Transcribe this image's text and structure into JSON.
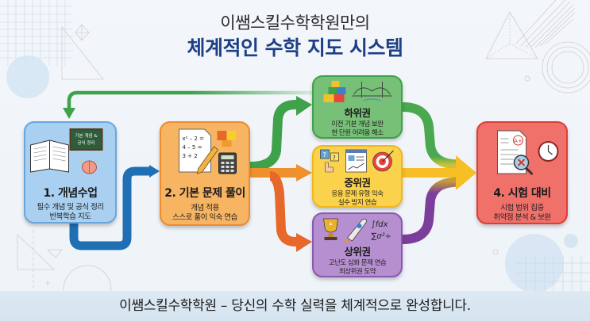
{
  "header": {
    "subtitle": "이쌤스킬수학학원만의",
    "title": "체계적인 수학 지도 시스템"
  },
  "steps": {
    "concept": {
      "title": "1. 개념수업",
      "lines": [
        "필수 개념 및 공식 정리",
        "반복학습 지도"
      ],
      "board_text": [
        "기본 개념 &",
        "공식 정리"
      ],
      "color": "#a9d0f0"
    },
    "basic": {
      "title": "2. 기본 문제 풀이",
      "lines": [
        "개념 적용",
        "스스로 풀이 익숙 연습"
      ],
      "worksheet_text": [
        "x² – 2 =",
        "4 – 5 =",
        "3 + 2"
      ],
      "color": "#f7b463"
    },
    "lower": {
      "title": "하위권",
      "lines": [
        "이전 기본 개념 보완",
        "현 단원 어려움 해소"
      ],
      "color": "#77c077"
    },
    "middle": {
      "title": "중위권",
      "lines": [
        "응용 문제 유형 익숙",
        "실수 방지 연습"
      ],
      "color": "#fbd24c"
    },
    "upper": {
      "title": "상위권",
      "lines": [
        "고난도 심화 문제 연습",
        "최상위권 도약"
      ],
      "math_text": [
        "∫fdx",
        "∑σ²÷"
      ],
      "color": "#b58fcf"
    },
    "exam": {
      "title": "4. 시험 대비",
      "lines": [
        "시험 범위 집중",
        "취약점 분석 & 보완"
      ],
      "grade_text": "A+",
      "color": "#f0706a"
    }
  },
  "footer": {
    "text": "이쌤스킬수학학원 – 당신의 수학 실력을 체계적으로 완성합니다."
  },
  "arrow_colors": {
    "feedback": "#3fa14a",
    "concept_to_basic": "#1f6fb5",
    "to_lower": "#3fa14a",
    "to_middle": "#f0902c",
    "to_upper": "#e8672a",
    "from_lower": "#4aa84f",
    "from_middle": "#f7bf25",
    "from_upper": "#7b3f9b"
  }
}
